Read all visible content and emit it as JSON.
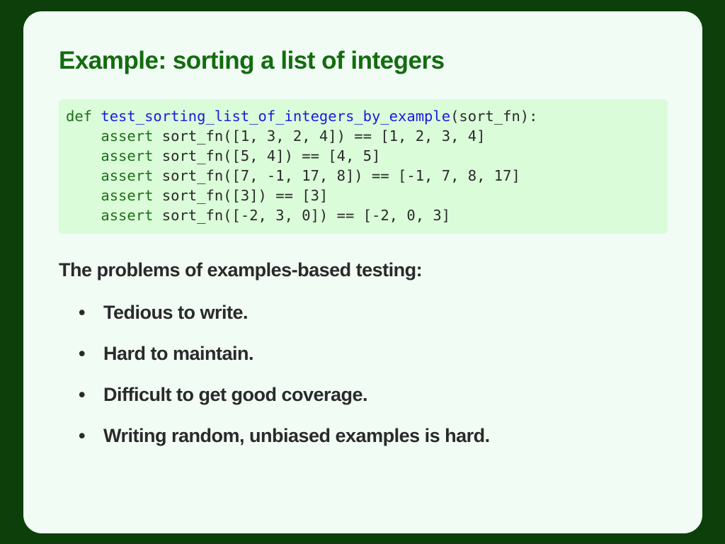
{
  "slide": {
    "title": "Example: sorting a list of integers",
    "code": {
      "def_keyword": "def",
      "function_name": "test_sorting_list_of_integers_by_example",
      "signature_rest": "(sort_fn):",
      "lines": [
        {
          "keyword": "assert",
          "text": " sort_fn([1, 3, 2, 4]) == [1, 2, 3, 4]"
        },
        {
          "keyword": "assert",
          "text": " sort_fn([5, 4]) == [4, 5]"
        },
        {
          "keyword": "assert",
          "text": " sort_fn([7, -1, 17, 8]) == [-1, 7, 8, 17]"
        },
        {
          "keyword": "assert",
          "text": " sort_fn([3]) == [3]"
        },
        {
          "keyword": "assert",
          "text": " sort_fn([-2, 3, 0]) == [-2, 0, 3]"
        }
      ]
    },
    "subheading": "The problems of examples-based testing:",
    "bullet_symbol": "•",
    "bullets": [
      "Tedious to write.",
      "Hard to maintain.",
      "Difficult to get good coverage.",
      "Writing random, unbiased examples is hard."
    ],
    "colors": {
      "frame_background": "#0d3f0b",
      "slide_background": "#f1fcf5",
      "title": "#136c0e",
      "code_background": "#dafcd9",
      "keyword": "#1d6e18",
      "function_name": "#1a1ae0",
      "body_text": "#2a2a2a"
    }
  }
}
